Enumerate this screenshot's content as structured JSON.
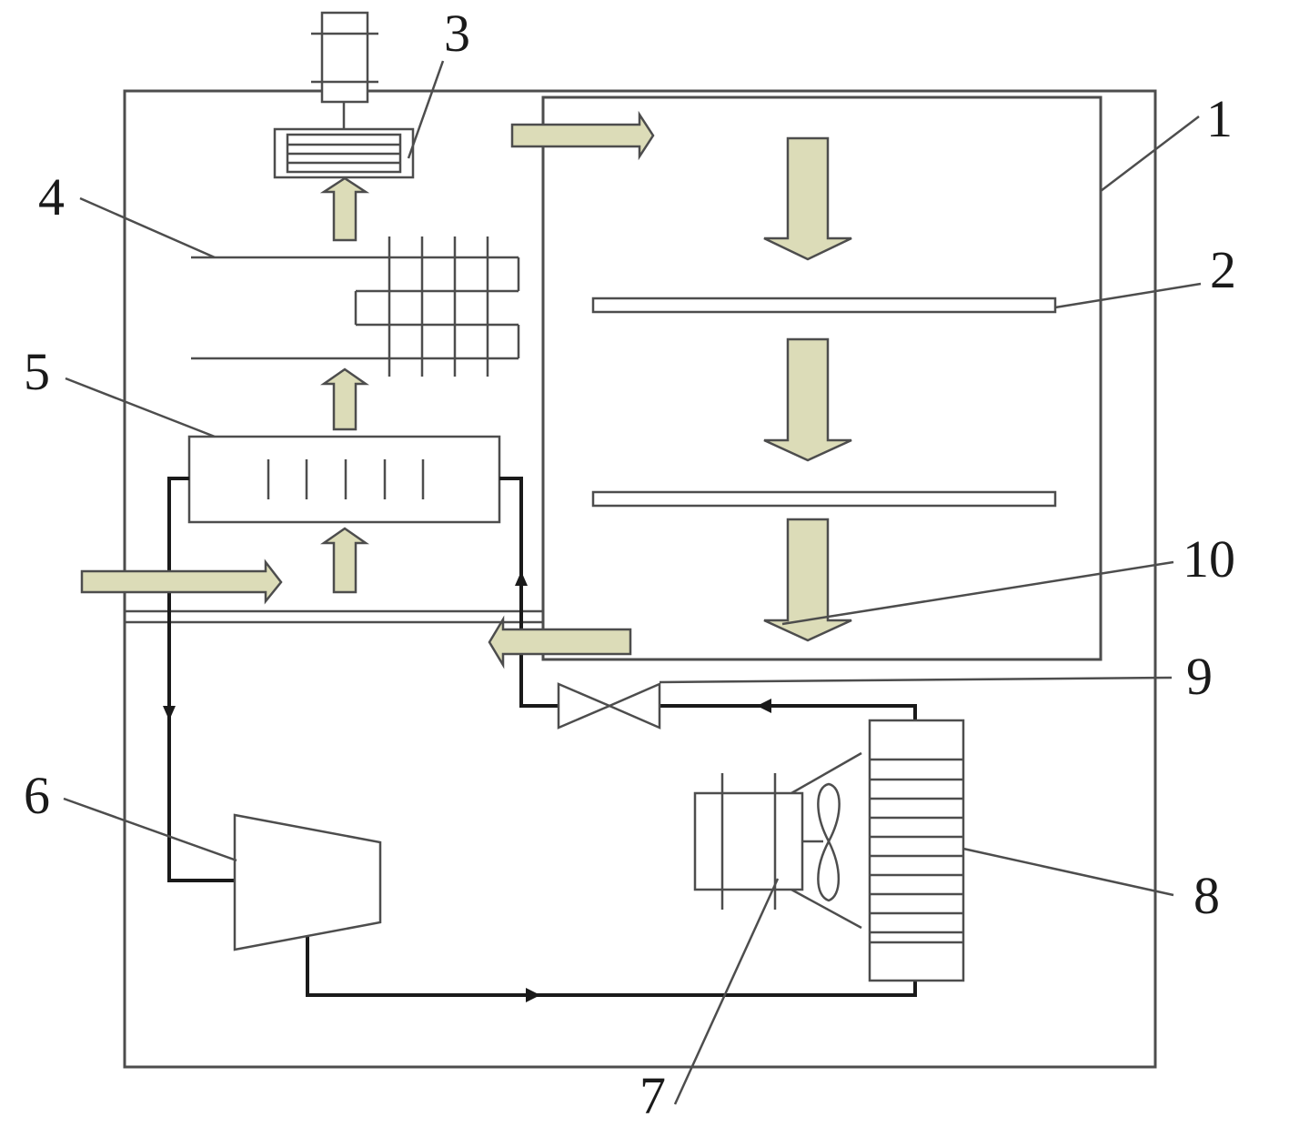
{
  "diagram": {
    "labels": {
      "l1": "1",
      "l2": "2",
      "l3": "3",
      "l4": "4",
      "l5": "5",
      "l6": "6",
      "l7": "7",
      "l8": "8",
      "l9": "9",
      "l10": "10"
    },
    "colors": {
      "airflow_fill": "#dcdcb8",
      "line": "#4d4d4d",
      "pipe": "#1a1a1a",
      "background": "#ffffff"
    }
  }
}
